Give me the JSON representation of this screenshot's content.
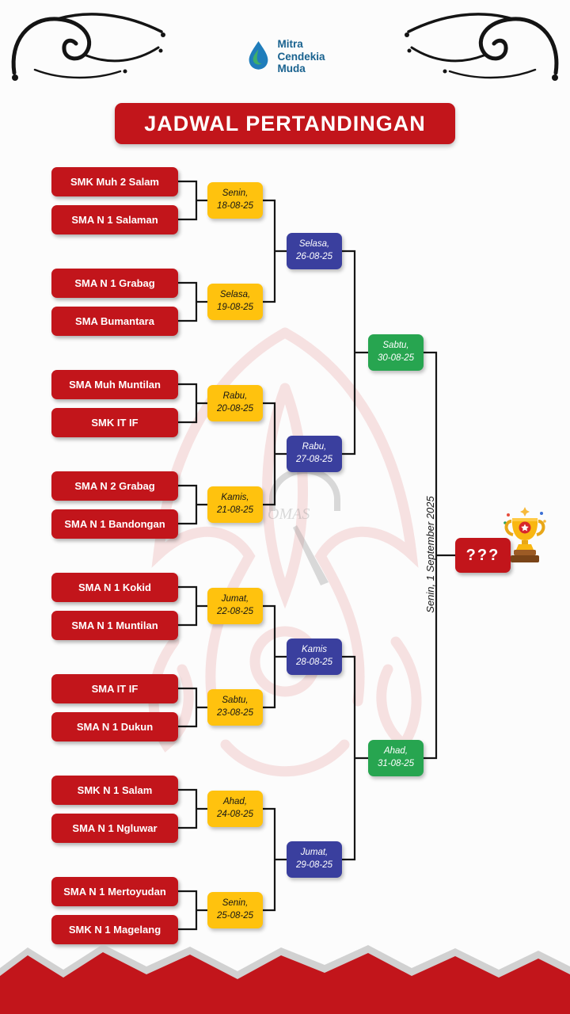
{
  "colors": {
    "red": "#C2151B",
    "yellow": "#FFC20E",
    "indigo": "#3A3F9E",
    "green": "#27A550",
    "logo_blue": "#19628F"
  },
  "logo": {
    "line1": "Mitra",
    "line2": "Cendekia",
    "line3": "Muda"
  },
  "title": "JADWAL PERTANDINGAN",
  "watermark": {
    "text": "OMAS"
  },
  "bracket": {
    "matches": [
      {
        "team1": "SMK Muh 2 Salam",
        "team2": "SMA N 1 Salaman",
        "day": "Senin,",
        "date": "18-08-25"
      },
      {
        "team1": "SMA N 1 Grabag",
        "team2": "SMA Bumantara",
        "day": "Selasa,",
        "date": "19-08-25"
      },
      {
        "team1": "SMA Muh Muntilan",
        "team2": "SMK IT IF",
        "day": "Rabu,",
        "date": "20-08-25"
      },
      {
        "team1": "SMA N 2 Grabag",
        "team2": "SMA N 1 Bandongan",
        "day": "Kamis,",
        "date": "21-08-25"
      },
      {
        "team1": "SMA N 1 Kokid",
        "team2": "SMA N 1 Muntilan",
        "day": "Jumat,",
        "date": "22-08-25"
      },
      {
        "team1": "SMA IT IF",
        "team2": "SMA N 1 Dukun",
        "day": "Sabtu,",
        "date": "23-08-25"
      },
      {
        "team1": "SMK N 1 Salam",
        "team2": "SMA N 1 Ngluwar",
        "day": "Ahad,",
        "date": "24-08-25"
      },
      {
        "team1": "SMA N 1 Mertoyudan",
        "team2": "SMK N 1 Magelang",
        "day": "Senin,",
        "date": "25-08-25"
      }
    ],
    "quarterfinals": [
      {
        "day": "Selasa,",
        "date": "26-08-25"
      },
      {
        "day": "Rabu,",
        "date": "27-08-25"
      },
      {
        "day": "Kamis",
        "date": "28-08-25"
      },
      {
        "day": "Jumat,",
        "date": "29-08-25"
      }
    ],
    "semifinals": [
      {
        "day": "Sabtu,",
        "date": "30-08-25"
      },
      {
        "day": "Ahad,",
        "date": "31-08-25"
      }
    ],
    "final": {
      "date_label": "Senin, 1 September 2025",
      "winner_placeholder": "???"
    }
  }
}
